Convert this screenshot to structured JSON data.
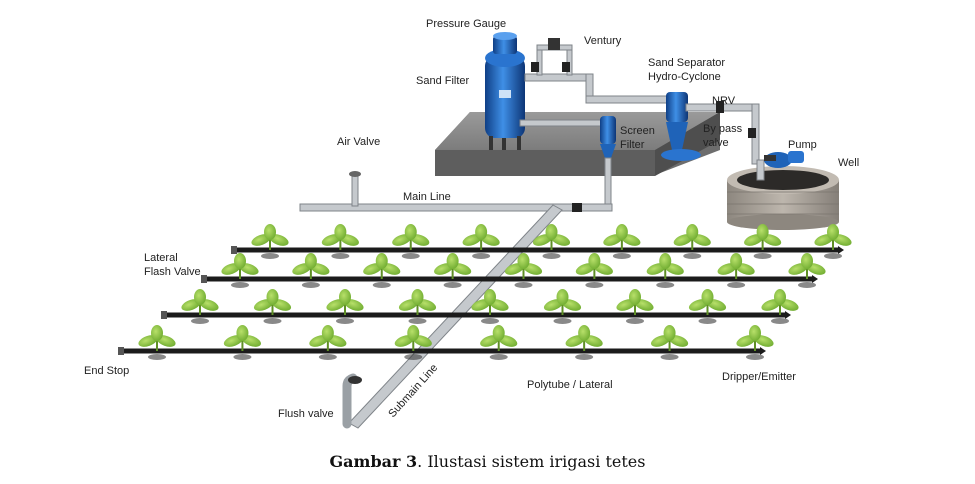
{
  "labels": {
    "pressure_gauge": "Pressure Gauge",
    "ventury": "Ventury",
    "sand_filter": "Sand Filter",
    "sand_separator": "Sand Separator",
    "hydro_cyclone": "Hydro-Cyclone",
    "nrv": "NRV",
    "screen_filter_1": "Screen",
    "screen_filter_2": "Filter",
    "by_pass_1": "By pass",
    "by_pass_2": "valve",
    "pump": "Pump",
    "well": "Well",
    "air_valve": "Air Valve",
    "main_line": "Main Line",
    "lateral_flash_1": "Lateral",
    "lateral_flash_2": "Flash Valve",
    "end_stop": "End Stop",
    "submain_line": "Submain Line",
    "polytube": "Polytube / Lateral",
    "dripper": "Dripper/Emitter",
    "flush_valve": "Flush valve"
  },
  "caption": {
    "bold": "Gambar 3",
    "text": ". Ilustasi sistem irigasi tetes"
  },
  "colors": {
    "pipe": "#b9bdc2",
    "pipe_edge": "#7f8489",
    "lateral": "#1b1b1b",
    "tank": "#1f63b8",
    "platform": "#8b8b8b",
    "leaf": "#8cc63f",
    "stone": "#a59f98"
  }
}
